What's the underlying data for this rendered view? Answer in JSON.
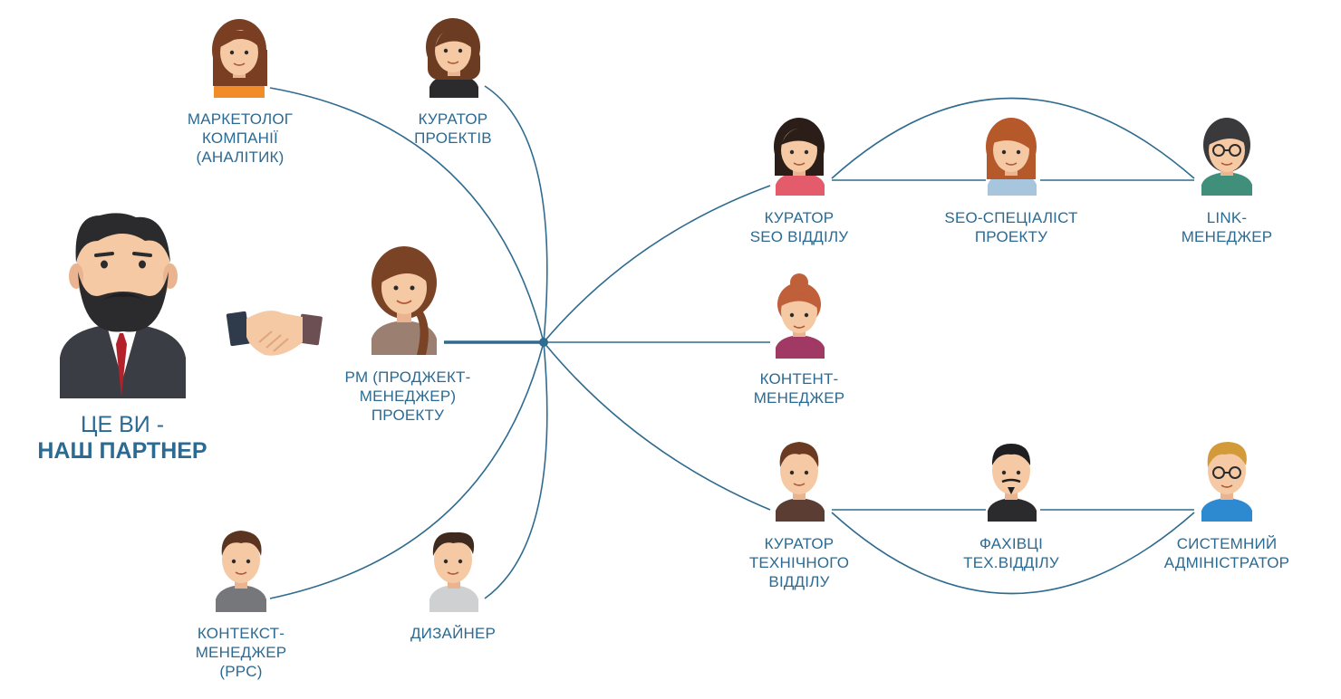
{
  "partner": {
    "line1": "ЦЕ ВИ -",
    "line2": "НАШ ПАРТНЕР"
  },
  "nodes": {
    "marketer": "МАРКЕТОЛОГ\nКОМПАНІЇ\n(АНАЛІТИК)",
    "project_curator": "КУРАТОР\nПРОЕКТІВ",
    "pm": "PM (ПРОДЖЕКТ-\nМЕНЕДЖЕР)\nПРОЕКТУ",
    "context_manager": "КОНТЕКСТ-\nМЕНЕДЖЕР\n(PPC)",
    "designer": "ДИЗАЙНЕР",
    "seo_curator": "КУРАТОР\nSEO ВІДДІЛУ",
    "seo_specialist": "SEO-СПЕЦІАЛІСТ\nПРОЕКТУ",
    "link_manager": "LINK-\nМЕНЕДЖЕР",
    "content_manager": "КОНТЕНТ-\nМЕНЕДЖЕР",
    "tech_curator": "КУРАТОР\nТЕХНІЧНОГО\nВІДДІЛУ",
    "tech_specialists": "ФАХІВЦІ\nТЕХ.ВІДДІЛУ",
    "sysadmin": "СИСТЕМНИЙ\nАДМІНІСТРАТОР"
  },
  "colors": {
    "label": "#2b6a93",
    "line": "#2f6b8f",
    "skin": "#f4c9a3",
    "suit": "#3b3d44"
  }
}
